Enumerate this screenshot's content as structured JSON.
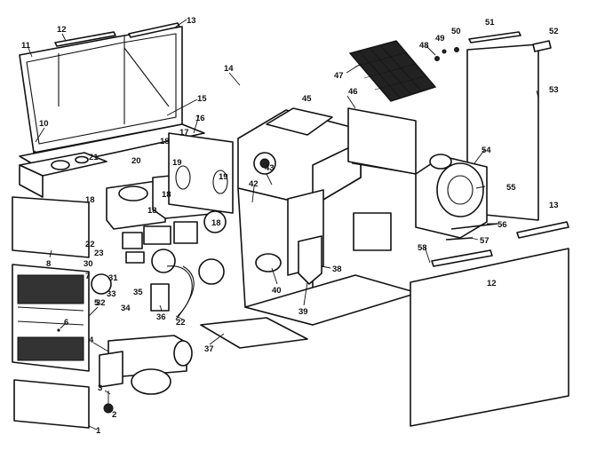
{
  "labels": {
    "l1": "1",
    "l2": "2",
    "l3": "3",
    "l4": "4",
    "l5": "5",
    "l6": "6",
    "l7": "7",
    "l8": "8",
    "l10": "10",
    "l11": "11",
    "l12a": "12",
    "l12b": "12",
    "l13a": "13",
    "l13b": "13",
    "l14": "14",
    "l15": "15",
    "l16": "16",
    "l17": "17",
    "l18a": "18",
    "l18b": "18",
    "l18c": "18",
    "l18d": "18",
    "l19a": "19",
    "l19b": "19",
    "l20": "20",
    "l21": "21",
    "l22a": "22",
    "l22b": "22",
    "l23": "23",
    "l30": "30",
    "l31": "31",
    "l32": "32",
    "l33": "33",
    "l34": "34",
    "l35": "35",
    "l36": "36",
    "l37": "37",
    "l38": "38",
    "l39": "39",
    "l40": "40",
    "l42": "42",
    "l43": "43",
    "l45": "45",
    "l46": "46",
    "l47": "47",
    "l48": "48",
    "l49": "49",
    "l50": "50",
    "l51": "51",
    "l52": "52",
    "l53": "53",
    "l54": "54",
    "l55": "55",
    "l56": "56",
    "l57": "57",
    "l58": "58"
  }
}
